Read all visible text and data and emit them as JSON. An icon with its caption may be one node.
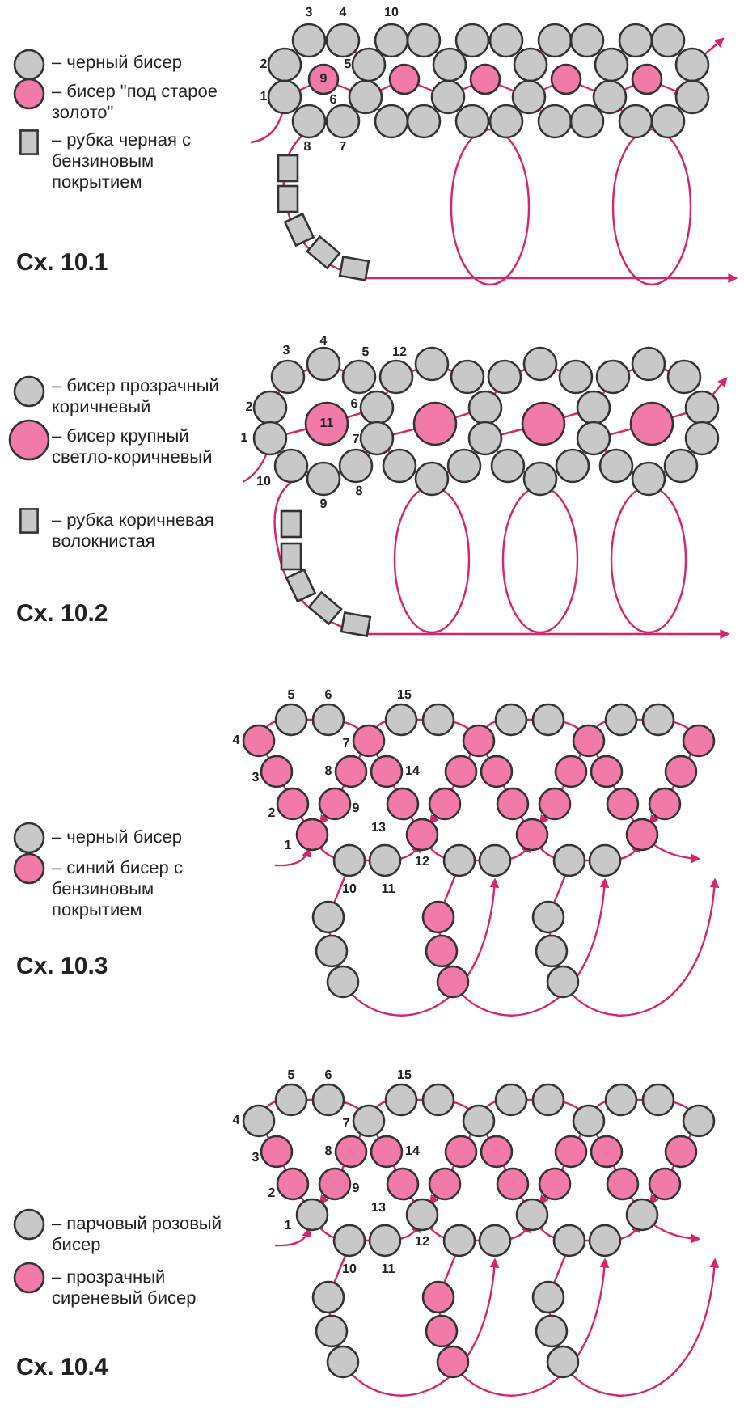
{
  "diagram": {
    "labels": [
      "3",
      "4",
      "10",
      "2",
      "5",
      "9",
      "1",
      "6",
      "8",
      "7",
      "Сх. 10.1",
      "3",
      "4",
      "5",
      "12",
      "2",
      "6",
      "11",
      "1",
      "7",
      "10",
      "9",
      "8",
      "Сх. 10.2",
      "5",
      "6",
      "15",
      "4",
      "7",
      "3",
      "8",
      "14",
      "2",
      "9",
      "13",
      "1",
      "12",
      "10",
      "11",
      "Сх. 10.3",
      "5",
      "6",
      "15",
      "4",
      "7",
      "3",
      "8",
      "14",
      "2",
      "9",
      "13",
      "1",
      "12",
      "10",
      "11",
      "Сх. 10.4"
    ],
    "legend": [
      {
        "text": "– черный бисер",
        "color": "#c8c8c8"
      },
      {
        "text": "– бисер \"под старое золото\"",
        "color": "#f27aa8"
      },
      {
        "text": "– рубка черная с бензиновым покрытием",
        "color": "#c8c8c8"
      },
      {
        "text": "– бисер прозрачный коричневый",
        "color": "#c8c8c8"
      },
      {
        "text": "– бисер крупный светло-коричневый",
        "color": "#f27aa8"
      },
      {
        "text": "– рубка коричневая волокнистая",
        "color": "#c8c8c8"
      },
      {
        "text": "– черный бисер",
        "color": "#c8c8c8"
      },
      {
        "text": "– синий бисер с бензиновым покрытием",
        "color": "#f27aa8"
      },
      {
        "text": "– парчовый розовый бисер",
        "color": "#c8c8c8"
      },
      {
        "text": "– прозрачный сиреневый бисер",
        "color": "#f27aa8"
      }
    ]
  }
}
